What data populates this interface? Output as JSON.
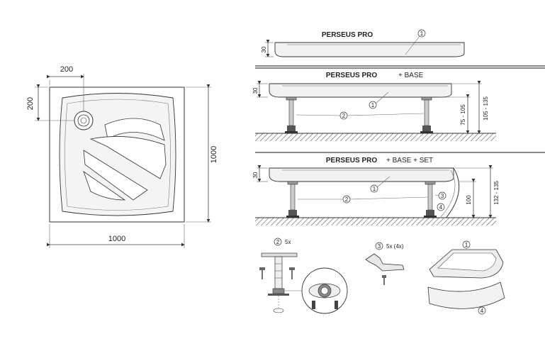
{
  "plan": {
    "dim_top": "200",
    "dim_left": "200",
    "dim_width": "1000",
    "dim_height": "1000"
  },
  "section1": {
    "title": "PERSEUS PRO",
    "thickness": "30",
    "callout_1": "1"
  },
  "section2": {
    "title": "PERSEUS PRO",
    "suffix": "+ BASE",
    "thickness": "30",
    "dim_inner": "75 - 105",
    "dim_outer": "105 - 135",
    "callout_1": "1",
    "callout_2": "2"
  },
  "section3": {
    "title": "PERSEUS PRO",
    "suffix": "+ BASE + SET",
    "thickness": "30",
    "dim_inner": "100",
    "dim_outer": "132 - 135",
    "callout_1": "1",
    "callout_2": "2",
    "callout_3": "3",
    "callout_4": "4"
  },
  "parts": {
    "leg": {
      "callout": "2",
      "qty": "5x"
    },
    "bracket": {
      "callout": "3",
      "qty": "5x (4x)"
    },
    "set": {
      "callout_tray": "1",
      "callout_panel": "4"
    }
  }
}
